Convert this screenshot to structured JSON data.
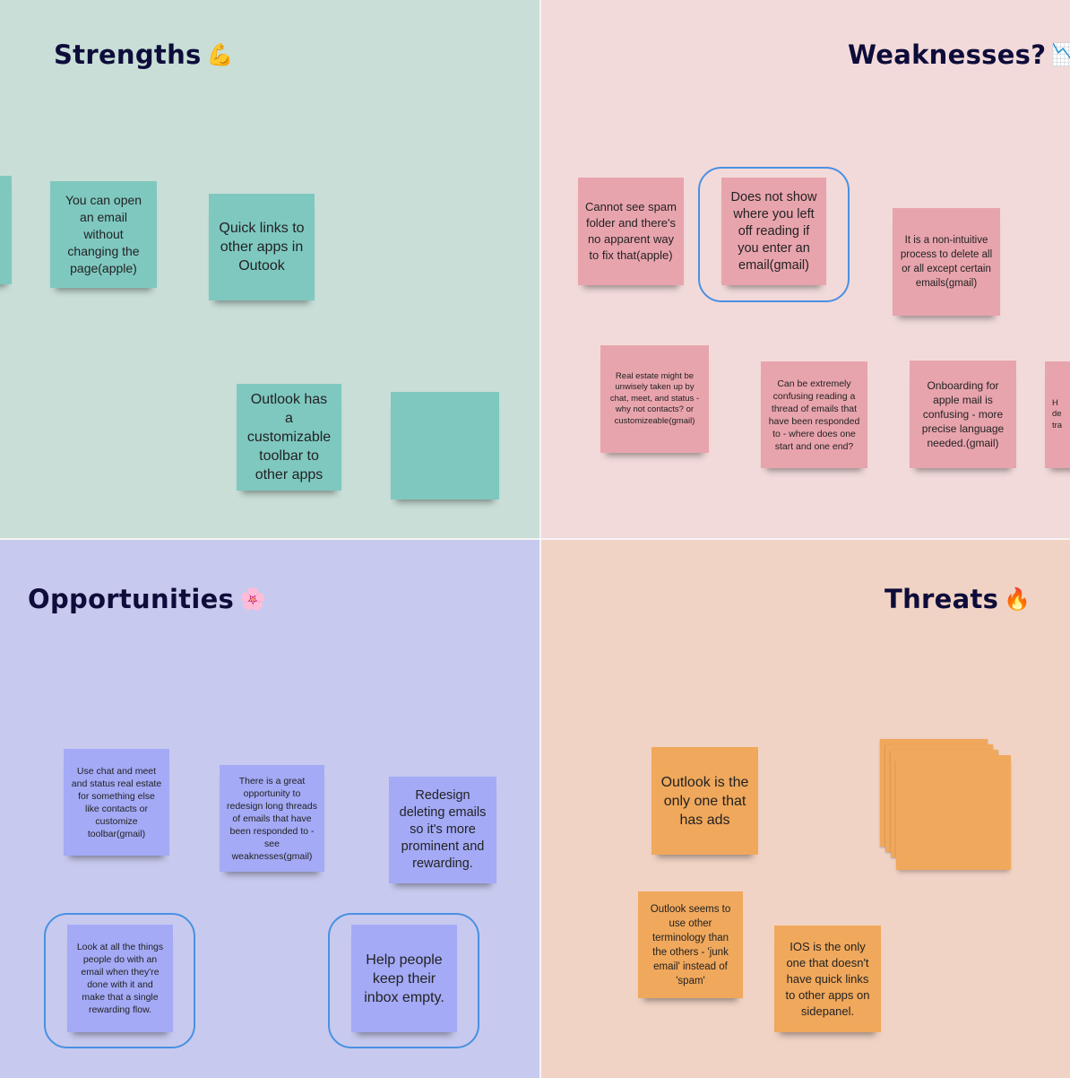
{
  "quadrants": {
    "strengths": {
      "title": "Strengths",
      "emoji": "💪",
      "notes": [
        "You can open an email without changing the page(apple)",
        "Quick links to other apps in Outook",
        "Outlook has a customizable toolbar to other apps",
        ""
      ]
    },
    "weaknesses": {
      "title": "Weaknesses?",
      "emoji": "📉",
      "notes": [
        "Cannot see spam folder and there's no apparent way to fix that(apple)",
        "Does not show where you left off reading if you enter an email(gmail)",
        "It is a non-intuitive process to delete all or all except certain emails(gmail)",
        "Real estate might be unwisely taken up by chat, meet, and status - why not contacts? or customizeable(gmail)",
        "Can be extremely confusing reading a thread of emails that have been responded to - where does one start and one end?",
        "Onboarding for apple mail is confusing - more precise language needed.(gmail)",
        "H de tra"
      ]
    },
    "opportunities": {
      "title": "Opportunities",
      "emoji": "🌸",
      "notes": [
        "Use chat and meet and status real estate for something else like contacts or customize toolbar(gmail)",
        "There is a great opportunity to redesign long threads of emails that have been responded to  - see weaknesses(gmail)",
        "Redesign deleting emails so it's more prominent and rewarding.",
        "Look at all the things people do with an email when they're done with it and make that a single rewarding flow.",
        "Help people keep their inbox empty."
      ]
    },
    "threats": {
      "title": "Threats",
      "emoji": "🔥",
      "notes": [
        "Outlook is the only one that has ads",
        "Outlook seems to use other terminology than the others - 'junk email' instead of 'spam'",
        "IOS is the only one that doesn't have quick links to other apps on sidepanel."
      ]
    }
  },
  "colors": {
    "strengths_bg": "#c8ded6",
    "weaknesses_bg": "#f2dada",
    "opportunities_bg": "#c7caee",
    "threats_bg": "#f1d3c5",
    "teal_note": "#7fc8c0",
    "pink_note": "#e8a4ad",
    "blue_note": "#a4aaf6",
    "orange_note": "#f0a85c",
    "selection": "#4a90e2"
  }
}
